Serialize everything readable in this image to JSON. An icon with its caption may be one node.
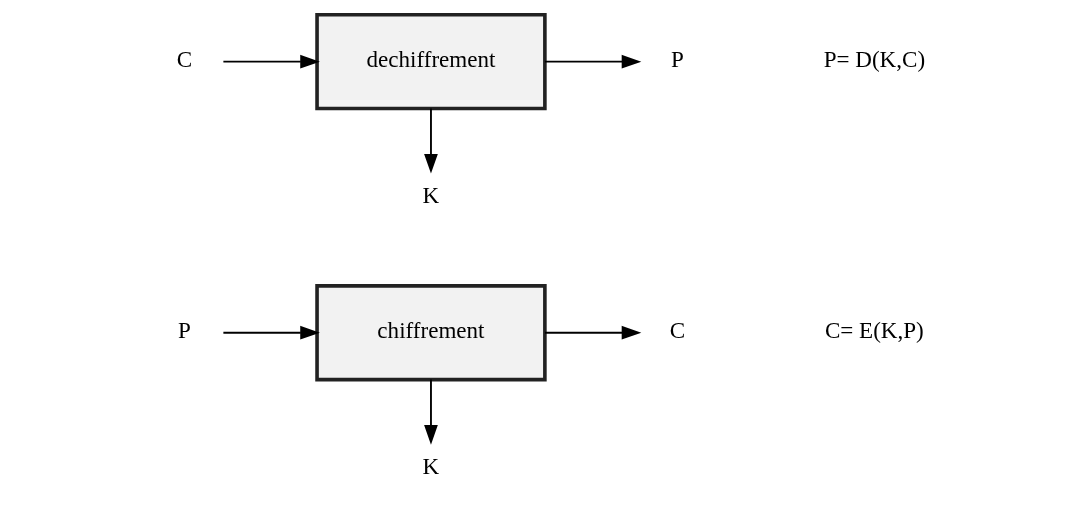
{
  "diagram": {
    "nodes": [
      {
        "text": [
          "P"
        ]
      },
      {
        "text": [
          "chiffrement"
        ]
      },
      {
        "text": [
          "C"
        ]
      },
      {
        "text": [
          "K"
        ]
      },
      {
        "text": [
          "C"
        ]
      },
      {
        "text": [
          "dechiffrement"
        ]
      },
      {
        "text": [
          "P"
        ]
      },
      {
        "text": [
          "K"
        ]
      }
    ],
    "edges": [
      {
        "from": 0,
        "to": 1,
        "arrow": "to"
      },
      {
        "from": 1,
        "to": 2,
        "arrow": "to"
      },
      {
        "from": 1,
        "to": 3,
        "arrow": "to"
      },
      {
        "from": 4,
        "to": 5,
        "arrow": "to"
      },
      {
        "from": 5,
        "to": 6,
        "arrow": "to"
      },
      {
        "from": 5,
        "to": 7,
        "arrow": "to"
      }
    ],
    "labels": [
      "C= E(K,P)",
      "P= D(K,C)"
    ]
  }
}
